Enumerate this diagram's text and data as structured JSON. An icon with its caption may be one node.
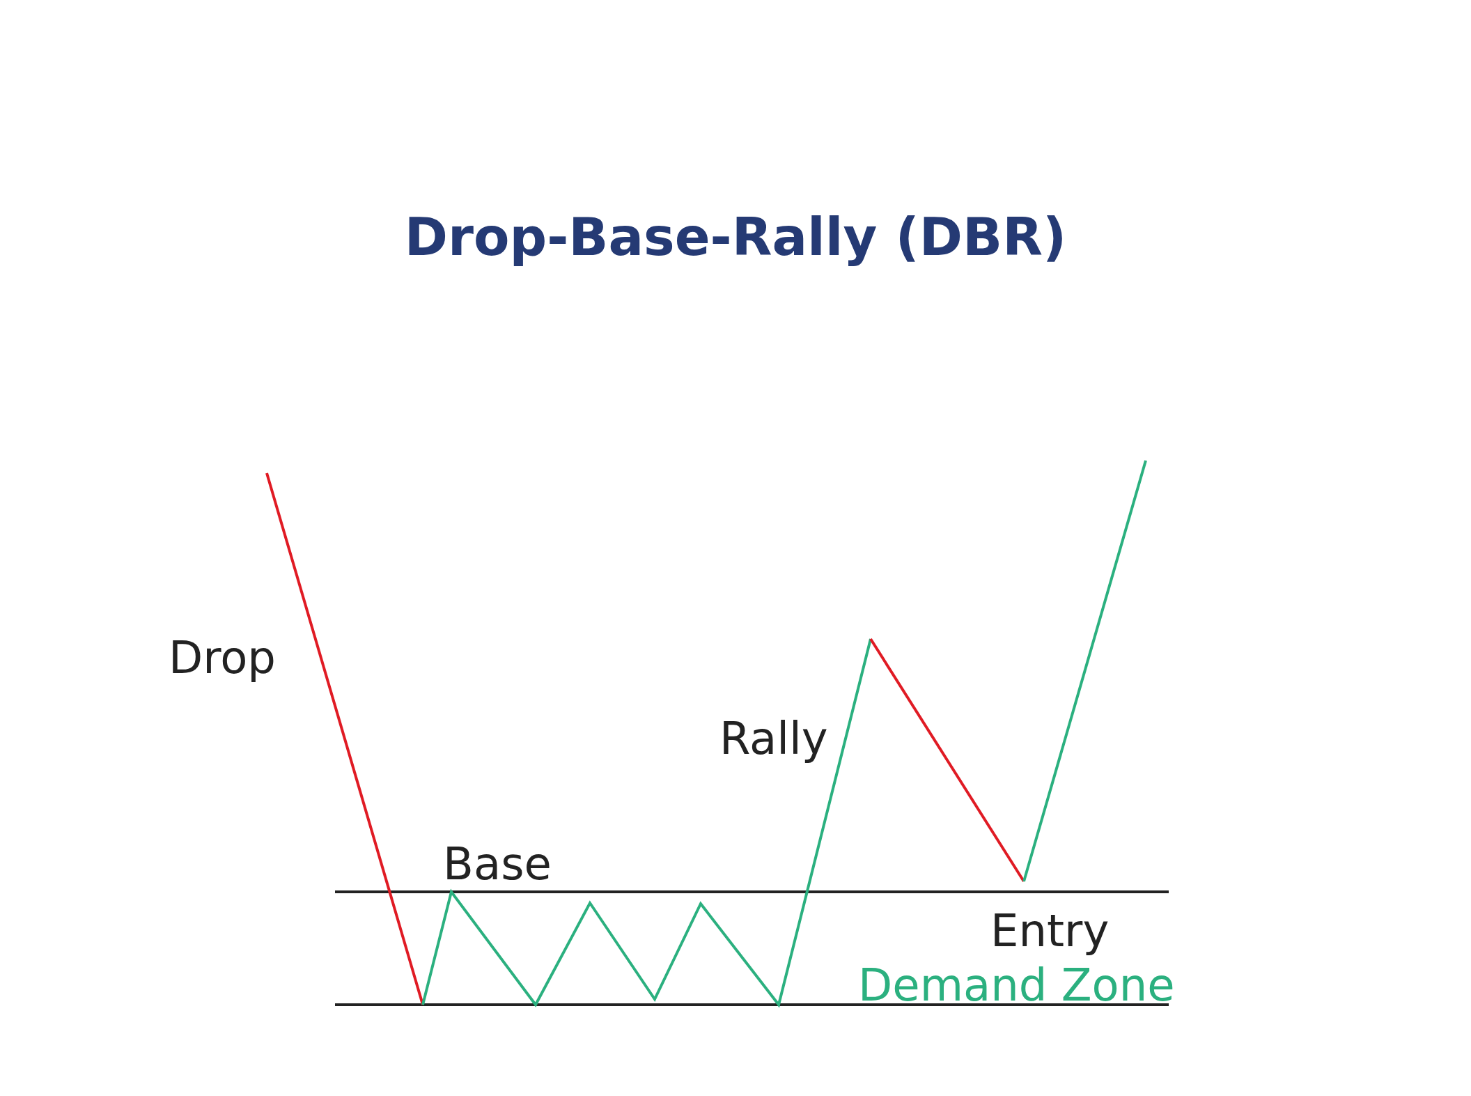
{
  "diagram": {
    "title": "Drop-Base-Rally (DBR)",
    "labels": [
      "Drop",
      "Rally",
      "Base",
      "Entry",
      "Demand Zone"
    ]
  }
}
